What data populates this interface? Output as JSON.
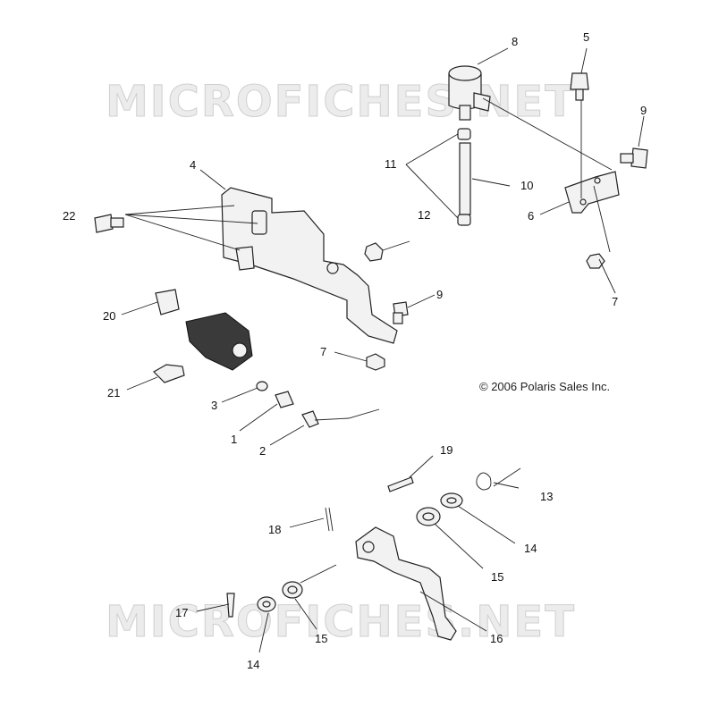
{
  "watermark": {
    "text": "MICROFICHES.NET"
  },
  "copyright": "© 2006 Polaris Sales Inc.",
  "callouts": {
    "p1": "1",
    "p2": "2",
    "p3": "3",
    "p4": "4",
    "p5": "5",
    "p6": "6",
    "p7a": "7",
    "p7b": "7",
    "p8": "8",
    "p9a": "9",
    "p9b": "9",
    "p10": "10",
    "p11": "11",
    "p12": "12",
    "p13": "13",
    "p14a": "14",
    "p14b": "14",
    "p15a": "15",
    "p15b": "15",
    "p16": "16",
    "p17": "17",
    "p18": "18",
    "p19": "19",
    "p20": "20",
    "p21": "21",
    "p22": "22"
  }
}
